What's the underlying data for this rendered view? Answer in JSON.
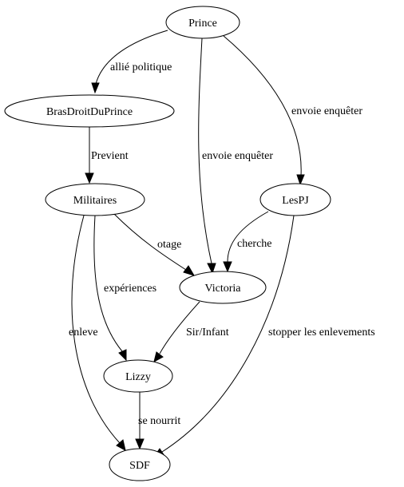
{
  "graph": {
    "nodes": [
      {
        "id": "prince",
        "label": "Prince"
      },
      {
        "id": "bras",
        "label": "BrasDroitDuPrince"
      },
      {
        "id": "militaires",
        "label": "Militaires"
      },
      {
        "id": "lespj",
        "label": "LesPJ"
      },
      {
        "id": "victoria",
        "label": "Victoria"
      },
      {
        "id": "lizzy",
        "label": "Lizzy"
      },
      {
        "id": "sdf",
        "label": "SDF"
      }
    ],
    "edges": [
      {
        "id": "prince-bras",
        "from": "Prince",
        "to": "BrasDroitDuPrince",
        "label": "allié politique"
      },
      {
        "id": "prince-victoria",
        "from": "Prince",
        "to": "Victoria",
        "label": "envoie enquêter"
      },
      {
        "id": "prince-lespj",
        "from": "Prince",
        "to": "LesPJ",
        "label": "envoie enquêter"
      },
      {
        "id": "bras-militaires",
        "from": "BrasDroitDuPrince",
        "to": "Militaires",
        "label": "Previent"
      },
      {
        "id": "militaires-victoria",
        "from": "Militaires",
        "to": "Victoria",
        "label": "otage"
      },
      {
        "id": "militaires-lizzy",
        "from": "Militaires",
        "to": "Lizzy",
        "label": "expériences"
      },
      {
        "id": "militaires-sdf",
        "from": "Militaires",
        "to": "SDF",
        "label": "enleve"
      },
      {
        "id": "lespj-victoria",
        "from": "LesPJ",
        "to": "Victoria",
        "label": "cherche"
      },
      {
        "id": "lespj-sdf",
        "from": "LesPJ",
        "to": "SDF",
        "label": "stopper les enlevements"
      },
      {
        "id": "victoria-lizzy",
        "from": "Victoria",
        "to": "Lizzy",
        "label": "Sir/Infant"
      },
      {
        "id": "lizzy-sdf",
        "from": "Lizzy",
        "to": "SDF",
        "label": "se nourrit"
      }
    ]
  }
}
